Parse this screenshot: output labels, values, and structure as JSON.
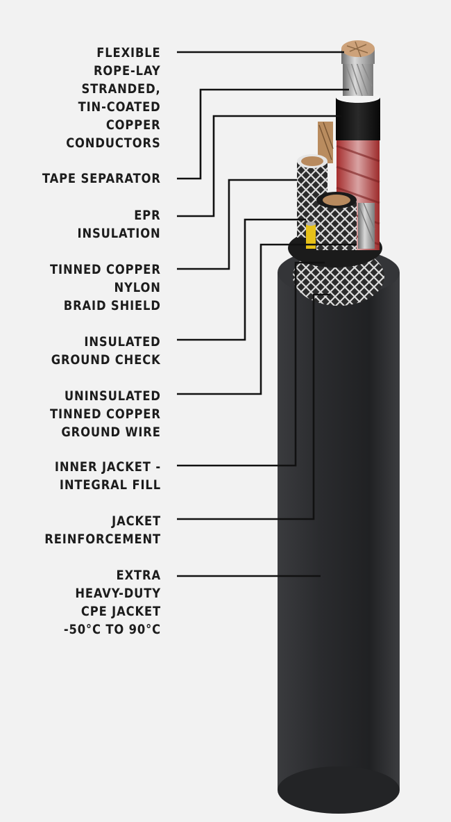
{
  "labels": {
    "conductors": "FLEXIBLE\nROPE-LAY\nSTRANDED,\nTIN-COATED\nCOPPER\nCONDUCTORS",
    "tape_separator": "TAPE SEPARATOR",
    "epr_insulation": "EPR\nINSULATION",
    "braid_shield": "TINNED COPPER\nNYLON\nBRAID SHIELD",
    "ground_check": "INSULATED\nGROUND CHECK",
    "ground_wire": "UNINSULATED\nTINNED COPPER\nGROUND WIRE",
    "inner_jacket": "INNER JACKET -\nINTEGRAL FILL",
    "jacket_reinforcement": "JACKET\nREINFORCEMENT",
    "outer_jacket": "EXTRA\nHEAVY-DUTY\nCPE JACKET\n-50°C TO 90°C"
  },
  "colors": {
    "background": "#f2f2f2",
    "jacket": "#262729",
    "copper": "#b88a5e",
    "tinned_copper": "#a9a9a9",
    "tape": "#c43a3a",
    "insulation": "#101010",
    "ground_check": "#e8c21a",
    "leader_line": "#111111"
  }
}
